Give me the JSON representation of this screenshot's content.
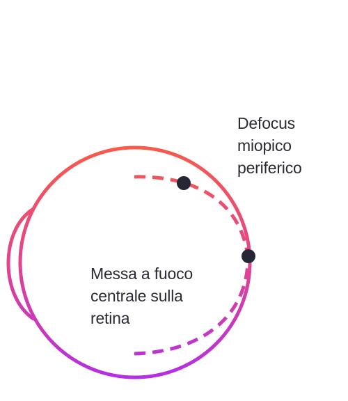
{
  "labels": {
    "peripheral": [
      "Defocus",
      "miopico",
      "periferico"
    ],
    "central": [
      "Messa a fuoco",
      "centrale sulla",
      "retina"
    ]
  },
  "colors": {
    "gradient_top": "#f85a4a",
    "gradient_mid": "#e0458e",
    "gradient_bottom": "#b42ee6",
    "point": "#262634",
    "text": "#2a2a36",
    "background": "#ffffff"
  }
}
